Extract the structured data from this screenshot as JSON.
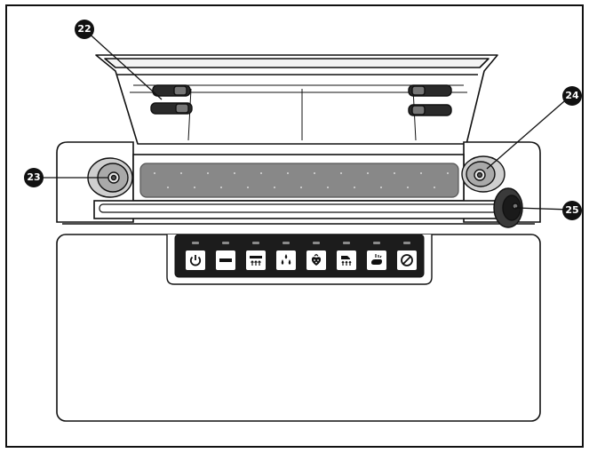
{
  "callouts": [
    {
      "id": "c22",
      "number": "22",
      "target": "lid-hinge-lock"
    },
    {
      "id": "c23",
      "number": "23",
      "target": "left-roller-knob"
    },
    {
      "id": "c24",
      "number": "24",
      "target": "right-roller-knob"
    },
    {
      "id": "c25",
      "number": "25",
      "target": "cutter-knob"
    }
  ],
  "control_panel": {
    "buttons": [
      {
        "name": "power-icon"
      },
      {
        "name": "minus-bar-icon"
      },
      {
        "name": "vacuum-seal-icon"
      },
      {
        "name": "moist-drops-icon"
      },
      {
        "name": "delicate-food-icon"
      },
      {
        "name": "marinate-icon"
      },
      {
        "name": "pulse-hand-icon"
      },
      {
        "name": "cancel-icon"
      }
    ]
  },
  "colors": {
    "outline": "#111111",
    "panel": "#1c1c1c",
    "gasket": "#888888",
    "roller": "#bdbdbd",
    "led": "#8a8a8a"
  }
}
